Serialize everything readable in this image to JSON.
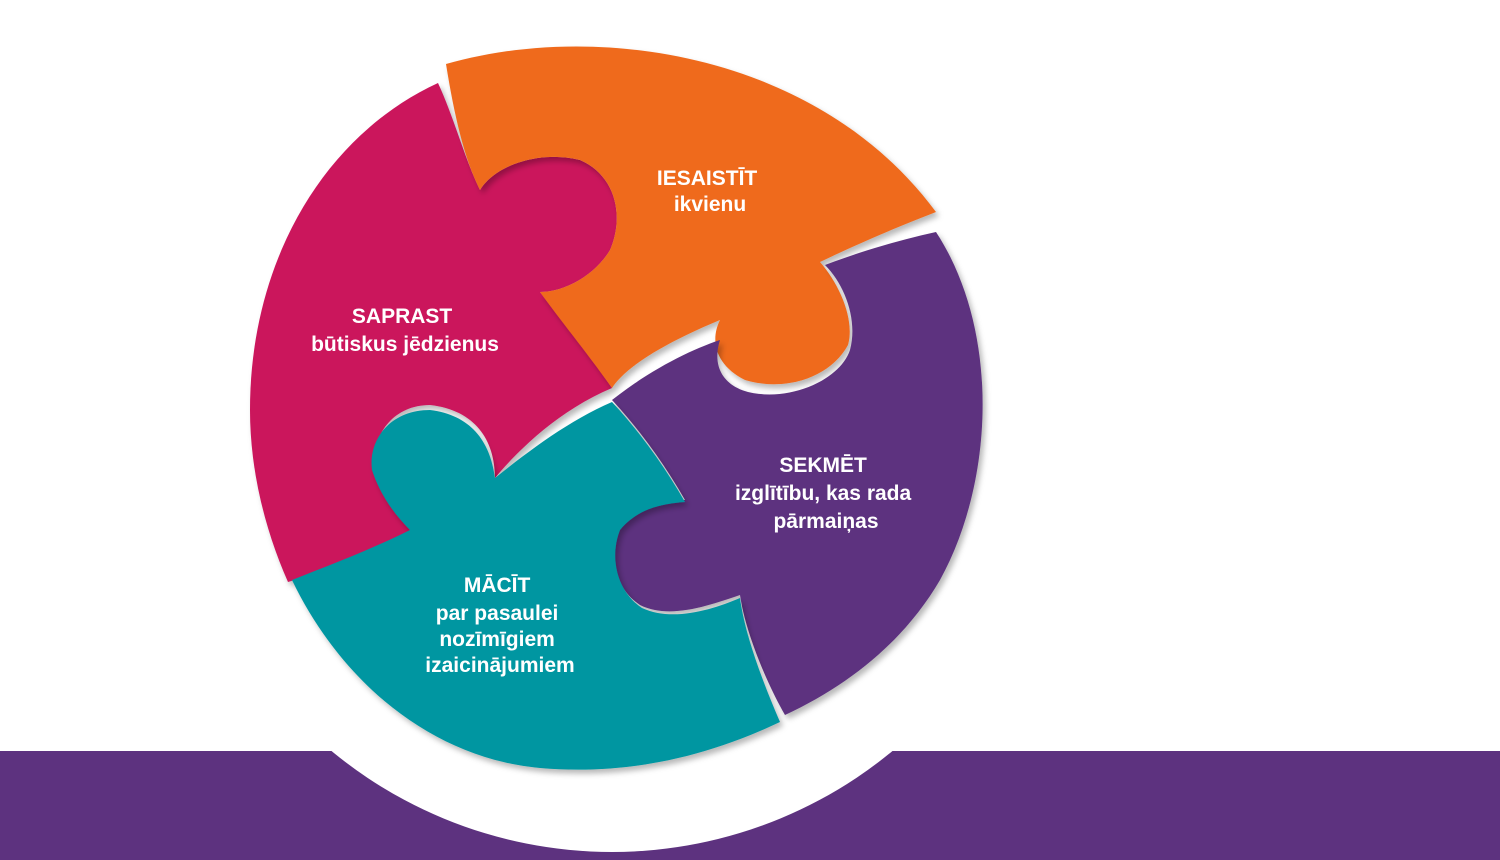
{
  "colors": {
    "orange": "#ef6b1d",
    "magenta": "#cb145c",
    "purple": "#5d327f",
    "teal": "#0096a1",
    "band": "#5d327f",
    "background": "#ffffff"
  },
  "pieces": {
    "top": {
      "head": "IESAISTĪT",
      "body": "ikvienu"
    },
    "left": {
      "head": "SAPRAST",
      "body": "būtiskus jēdzienus"
    },
    "right": {
      "head": "SEKMĒT",
      "body_line1": "izglītību, kas rada",
      "body_line2": "pārmaiņas"
    },
    "bottom": {
      "head": "MĀCĪT",
      "body_line1": "par pasaulei",
      "body_line2": "nozīmīgiem",
      "body_line3": "izaicinājumiem"
    }
  }
}
